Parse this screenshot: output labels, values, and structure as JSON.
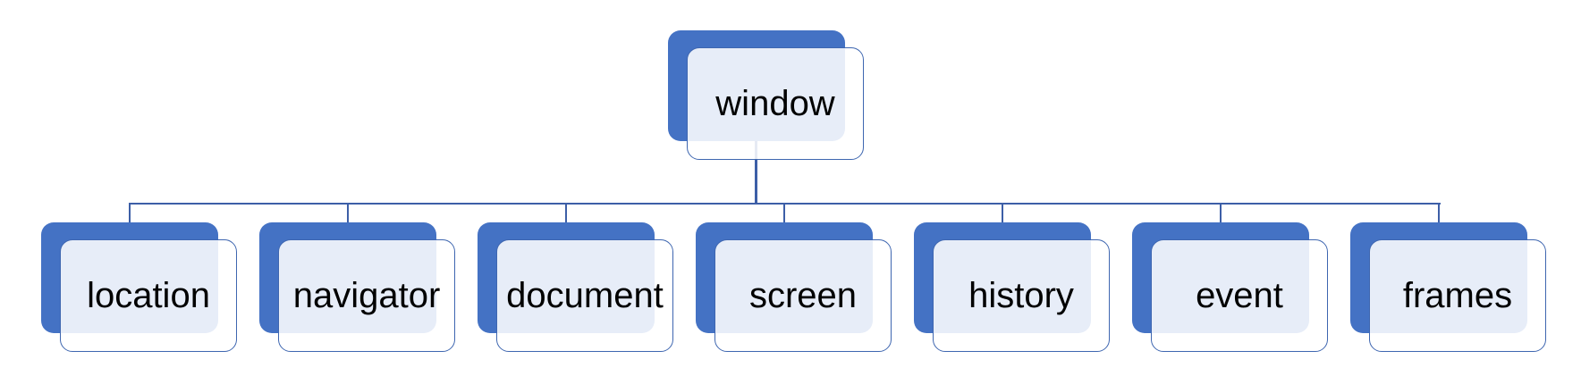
{
  "diagram": {
    "type": "org-chart-hierarchy",
    "root": {
      "label": "window"
    },
    "children": [
      {
        "label": "location"
      },
      {
        "label": "navigator"
      },
      {
        "label": "document"
      },
      {
        "label": "screen"
      },
      {
        "label": "history"
      },
      {
        "label": "event"
      },
      {
        "label": "frames"
      }
    ]
  },
  "colors": {
    "shape_blue": "#4472C4",
    "border_blue": "#3E66B0",
    "line_blue": "#3D5FA7",
    "text_color": "#000000",
    "front_overlap_tint": "#E8EEF8"
  }
}
